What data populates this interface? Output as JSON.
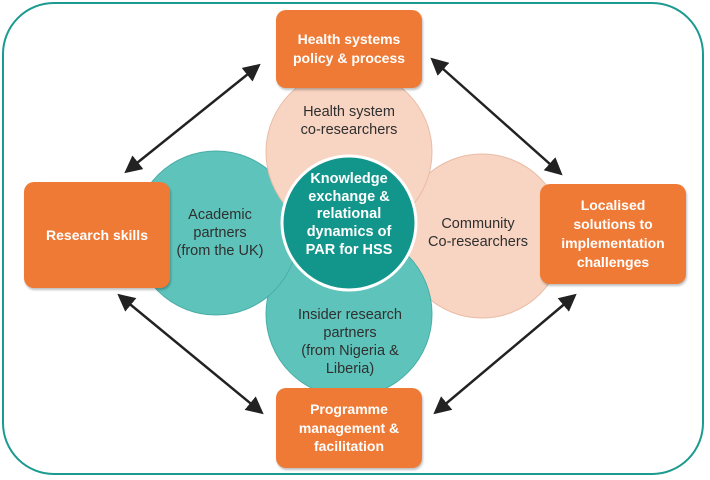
{
  "colors": {
    "frame": "#1b9a90",
    "orange": "#ef7a35",
    "peach_circle": "#f8d4c2",
    "teal_circle": "#5ec3bb",
    "center_circle": "#12958b",
    "arrow": "#222222"
  },
  "center": {
    "text": "Knowledge\nexchange &\nrelational\ndynamics of\nPAR for HSS"
  },
  "circles": {
    "top": "Health system\nco-researchers",
    "left": "Academic\npartners\n(from the UK)",
    "right": "Community\nCo-researchers",
    "bottom": "Insider research\npartners\n(from Nigeria &\nLiberia)"
  },
  "boxes": {
    "top": "Health systems\npolicy & process",
    "left": "Research skills",
    "right": "Localised\nsolutions to\nimplementation\nchallenges",
    "bottom": "Programme\nmanagement &\nfacilitation"
  }
}
